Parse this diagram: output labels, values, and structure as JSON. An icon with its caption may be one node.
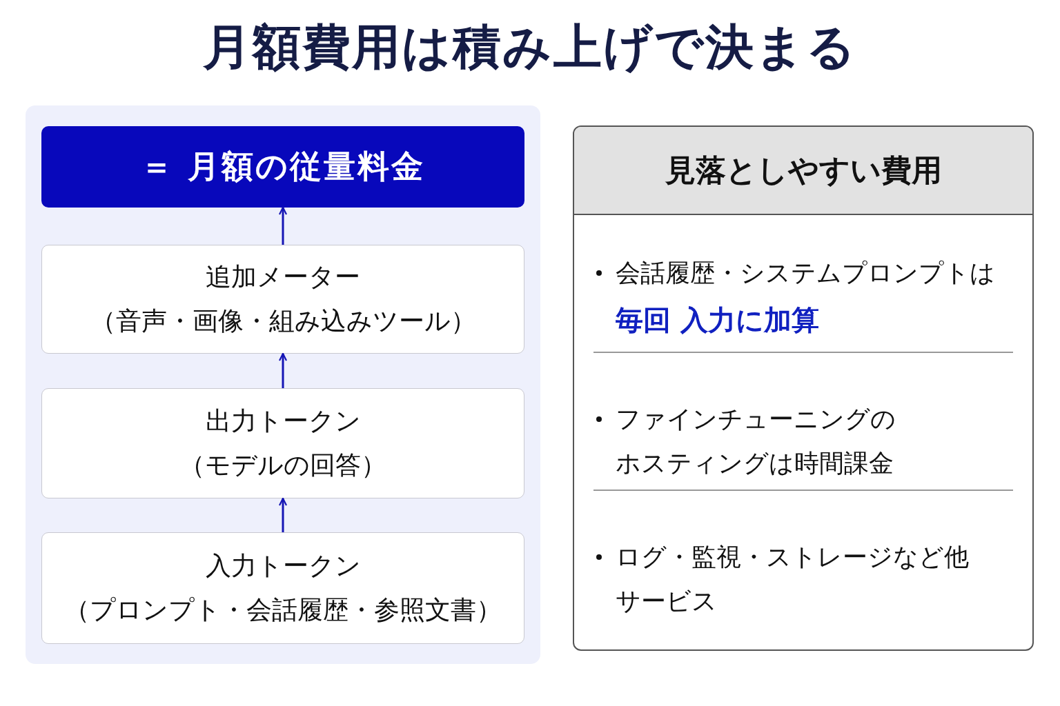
{
  "diagram": {
    "title": "月額費用は積み上げで決まる",
    "nodes": [
      {
        "text": [],
        "shape": "box"
      },
      {
        "text": [
          "＝ 月額の従量料金"
        ],
        "in": 0
      },
      {
        "text": [
          "追加メーター",
          "（音声・画像・組み込みツール）"
        ],
        "in": 0
      },
      {
        "text": [
          "出力トークン",
          "（モデルの回答）"
        ],
        "in": 0
      },
      {
        "text": [
          "入力トークン",
          "（プロンプト・会話履歴・参照文書）"
        ],
        "in": 0
      },
      {
        "text": [
          "見落としやすい費用",
          "会話履歴・システムプロンプトは**毎回 入力に加算**",
          "ファインチューニングのホスティングは時間課金",
          "ログ・監視・ストレージなど他サービス"
        ]
      }
    ],
    "edges": [
      {
        "from": 4,
        "to": 3,
        "arrow": "to"
      },
      {
        "from": 3,
        "to": 2,
        "arrow": "to"
      },
      {
        "from": 2,
        "to": 1,
        "arrow": "to"
      }
    ]
  }
}
